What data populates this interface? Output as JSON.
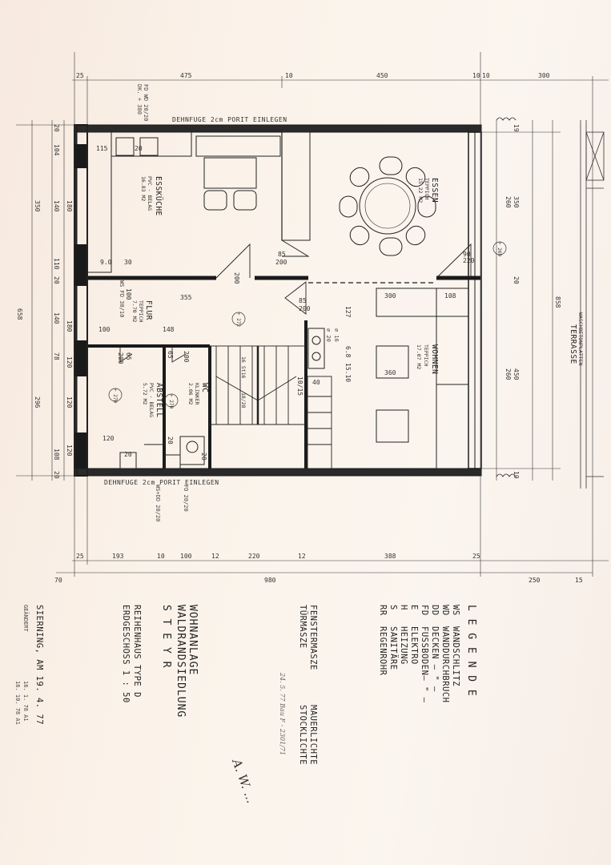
{
  "plan": {
    "strip_top": "DEHNFUGE  2cm  PORIT  EINLEGEN",
    "strip_bottom": "DEHNFUGE  2cm  PORIT  EINLEGEN",
    "rooms": {
      "esskueche": {
        "name": "ESSKÜCHE",
        "floor": "PVC - BELAG",
        "area": "16.83 M2"
      },
      "essen": {
        "name": "ESSEN",
        "floor": "TEPPICH",
        "area": "15.22 M2"
      },
      "flur": {
        "name": "FLUR",
        "floor": "TEPPICH",
        "area": "7.70 M2"
      },
      "wohnen": {
        "name": "WOHNEN",
        "floor": "TEPPICH",
        "area": "17.07 M2"
      },
      "wc": {
        "name": "WC",
        "floor": "KLINKER",
        "area": "2.06 M2"
      },
      "abstell": {
        "name": "ABSTELL",
        "floor": "PVC - BELAG",
        "area": "5.72 M2"
      },
      "terrasse": {
        "name": "TERRASSE",
        "floor": "WASCHBETONPLATTEN"
      }
    },
    "levels": {
      "essen": "+ 269",
      "flur": "+ 272",
      "abstell": "+ 270",
      "wc": "+ 270"
    },
    "stairs": {
      "count": "16  St16",
      "riser": "18/28"
    },
    "notes": {
      "fd_wd_top": "FD  WD 20/20",
      "dk_380": "DK. + 380",
      "ws_fd": "WS  FD  30/10",
      "fd_2020": "FD  20/20",
      "wsdd": "WS+DD  20/20",
      "pipe_20": "⌀ 20",
      "pipe_16": "⌀ 16"
    },
    "dims_top": [
      "25",
      "475",
      "10",
      "450",
      "10",
      "10",
      "300"
    ],
    "dims_bottom": [
      "25",
      "193",
      "10",
      "100",
      "12",
      "220",
      "12",
      "388",
      "25"
    ],
    "dims_bottom_total": [
      "70",
      "980",
      "250",
      "15"
    ],
    "dims_left_outer": [
      "350",
      "658",
      "296"
    ],
    "dims_left_inner": [
      "20",
      "104",
      "140",
      "110",
      "20",
      "140",
      "78",
      "108",
      "20"
    ],
    "dims_left_mid": [
      "180",
      "180",
      "120",
      "120",
      "120"
    ],
    "dims_right": [
      "19",
      "350",
      "260",
      "20",
      "450",
      "260",
      "19"
    ],
    "dims_right_total": "858",
    "dims_interior": [
      "115",
      "20",
      "9.0",
      "30",
      "85",
      "200",
      "355",
      "85",
      "200",
      "100",
      "148",
      "65",
      "200",
      "65",
      "200",
      "120",
      "20",
      "20",
      "20",
      "300",
      "108",
      "127",
      "6.8",
      "15.10",
      "360",
      "90",
      "220",
      "200",
      "100",
      "10/15",
      "40"
    ]
  },
  "legend": {
    "heading": "L E G E N D E",
    "items": [
      {
        "code": "WS",
        "text": "WANDSCHLITZ"
      },
      {
        "code": "WD",
        "text": "WANDDURCHBRUCH"
      },
      {
        "code": "DD",
        "text": "DECKEN — \" —"
      },
      {
        "code": "FD",
        "text": "FUSSBODEN— \" —"
      },
      {
        "code": "E",
        "text": "ELEKTRO"
      },
      {
        "code": "H",
        "text": "HEIZUNG"
      },
      {
        "code": "S",
        "text": "SANITÄRE"
      },
      {
        "code": "RR",
        "text": "REGENROHR"
      }
    ],
    "window_label": "FENSTERMASZE",
    "window_value": "MAUERLICHTE",
    "door_label": "TÜRMASZE",
    "door_value": "STOCKLICHTE"
  },
  "title_block": {
    "line1": "WOHNANLAGE",
    "line2": "WALDRANDSIEDLUNG",
    "line3": "S  T  E  Y  R",
    "line4": "REIHENHAUS  TYPE  D",
    "line5": "ERDGESCHOSS  1 : 50",
    "place_date": "SIERNING,  AM  19. 4. 77",
    "changed_label": "GEÄNDERT",
    "changes": [
      "16. 1. 78   A1",
      "16. 10. 78   A1"
    ]
  },
  "handwriting": {
    "note1": "24. 5. 77  Bau F - 2301/71",
    "signature": "A. W. ..."
  }
}
